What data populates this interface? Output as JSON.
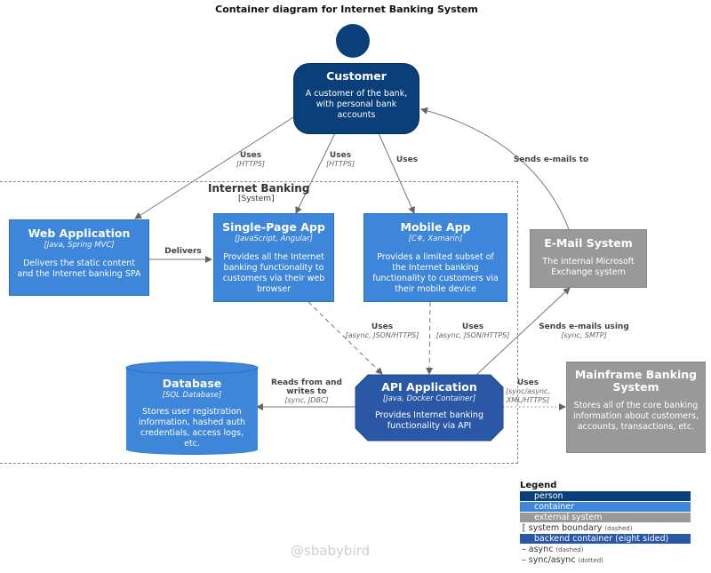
{
  "title": "Container diagram for Internet Banking System",
  "boundary": {
    "name": "Internet Banking",
    "type": "[System]"
  },
  "customer": {
    "name": "Customer",
    "description": "A customer of the bank, with personal bank accounts"
  },
  "web_app": {
    "name": "Web Application",
    "tech": "[Java, Spring MVC]",
    "description": "Delivers the static content and the Internet banking SPA"
  },
  "spa": {
    "name": "Single-Page App",
    "tech": "[JavaScript, Angular]",
    "description": "Provides all the Internet banking functionality to customers via their web browser"
  },
  "mobile_app": {
    "name": "Mobile App",
    "tech": "[C#, Xamarin]",
    "description": "Provides a limited subset of the Internet banking functionality to customers via their mobile device"
  },
  "email_system": {
    "name": "E-Mail System",
    "description": "The internal Microsoft Exchange system"
  },
  "database": {
    "name": "Database",
    "tech": "[SQL Database]",
    "description": "Stores user registration information, hashed auth credentials, access logs, etc."
  },
  "api_app": {
    "name": "API Application",
    "tech": "[Java, Docker Container]",
    "description": "Provides Internet banking functionality via API"
  },
  "mainframe": {
    "name": "Mainframe Banking System",
    "description": "Stores all of the core banking information about customers, accounts, transactions, etc."
  },
  "relations": {
    "cust_web": {
      "label": "Uses",
      "tech": "[HTTPS]"
    },
    "cust_spa": {
      "label": "Uses",
      "tech": "[HTTPS]"
    },
    "cust_mobile": {
      "label": "Uses"
    },
    "email_cust": {
      "label": "Sends e-mails to"
    },
    "web_spa": {
      "label": "Delivers"
    },
    "spa_api": {
      "label": "Uses",
      "tech": "[async, JSON/HTTPS]"
    },
    "mobile_api": {
      "label": "Uses",
      "tech": "[async, JSON/HTTPS]"
    },
    "api_email": {
      "label": "Sends e-mails using",
      "tech": "[sync, SMTP]"
    },
    "api_db": {
      "label": "Reads from and writes to",
      "tech": "[sync, JDBC]"
    },
    "api_mainframe": {
      "label": "Uses",
      "tech": "[sync/async, XML/HTTPS]"
    }
  },
  "legend": {
    "title": "Legend",
    "person": "person",
    "container": "container",
    "external": "external system",
    "boundary": "system boundary",
    "boundary_note": "(dashed)",
    "backend": "backend container (eight sided)",
    "async": "async",
    "async_note": "(dashed)",
    "sync": "sync/async",
    "sync_note": "(dotted)"
  },
  "watermark": "@sbabybird",
  "colors": {
    "person": "#0b3f7a",
    "container": "#3d86d9",
    "external": "#999999",
    "backend": "#2a58a6"
  }
}
